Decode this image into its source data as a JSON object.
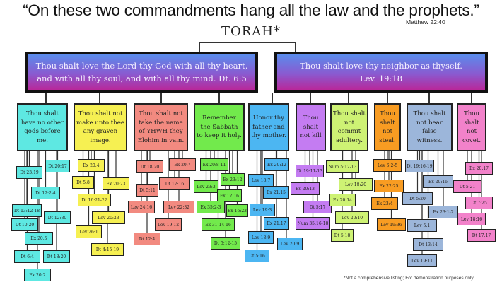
{
  "header": {
    "quote": "“On these two commandments hang all the law and the prophets.”",
    "citation": "Matthew 22:40",
    "root": "TORAH*"
  },
  "great_commandments": [
    {
      "line1": "Thou shalt love the Lord thy God with all thy heart,",
      "line2": "and with all thy soul, and with all thy mind.  Dt. 6:5"
    },
    {
      "line1": "Thou shalt love thy neighbor as thyself.",
      "line2": "Lev. 19:18"
    }
  ],
  "commandments": [
    {
      "text": "Thou shalt have no other gods before me.",
      "color": "#5ee8e2",
      "refs": [
        "Dt 20:17",
        "Dt 23:19",
        "Dt 12:2-4",
        "Dt 13:12-18",
        "Dt 12:30",
        "Dt 10:20",
        "Ex 20:5",
        "Dt 6:4",
        "Dt 18:20",
        "Ex 20:2"
      ]
    },
    {
      "text": "Thou shalt not make unto thee any graven image.",
      "color": "#f6f052",
      "refs": [
        "Ex 20:4",
        "Dt 5:8",
        "Ex 20:23",
        "Dt 16:21-22",
        "Lev 20:23",
        "Lev 26:1",
        "Dt 4:15-19"
      ]
    },
    {
      "text": "Thou shalt not take the name of YHWH they Elohim in vain.",
      "color": "#f28a80",
      "refs": [
        "Dt 18:20",
        "Ex 20:7",
        "Dt 5:11",
        "Dt 17:16",
        "Lev 24:16",
        "Lev 22:32",
        "Lev 19:12",
        "Dt 12:4"
      ]
    },
    {
      "text": "Remember the Sabbath to keep it holy.",
      "color": "#72ea4c",
      "refs": [
        "Ex 20:8-11",
        "Ex 23:12",
        "Lev 23:3",
        "Ex 12:16",
        "Ex 35:2-3",
        "Ex 16:23",
        "Ex 31:14-16",
        "Dt 5:12-15"
      ]
    },
    {
      "text": "Honor thy father and thy mother.",
      "color": "#4cb6f2",
      "refs": [
        "Ex 20:12",
        "Lev 18:7",
        "Ex 21:15",
        "Lev 19:3",
        "Ex 21:17",
        "Lev 18:9",
        "Lev 20:9",
        "Dt 5:16"
      ]
    },
    {
      "text": "Thou shalt not kill",
      "color": "#c47cf2",
      "refs": [
        "Dt 19:11-13",
        "Ex 20:13",
        "Dt 5:17",
        "Num 35:16-18"
      ]
    },
    {
      "text": "Thou shalt not commit adultery.",
      "color": "#cef274",
      "refs": [
        "Num 5:12-13",
        "Lev 18:20",
        "Ex 20:14",
        "Lev 20:10",
        "Dt 5:18"
      ]
    },
    {
      "text": "Thou shalt not steal.",
      "color": "#f89c22",
      "refs": [
        "Lev 6:2-5",
        "Ex 22:25",
        "Ex 23:4",
        "Lev 19:36"
      ]
    },
    {
      "text": "Thou shalt not bear false witness.",
      "color": "#9cb6da",
      "refs": [
        "Dt 19:16-19",
        "Ex 20:16",
        "Dt 5:20",
        "Ex 23:1-2",
        "Lev 5:1",
        "Dt 13:14",
        "Lev 19:11"
      ]
    },
    {
      "text": "Thou shalt not covet.",
      "color": "#f282ca",
      "refs": [
        "Ex 20:17",
        "Dt 5:21",
        "Dt 7:25",
        "Lev 18:16",
        "Dt 17:17"
      ]
    }
  ],
  "footnote": "*Not a comprehensive listing; For demonstration purposes only."
}
